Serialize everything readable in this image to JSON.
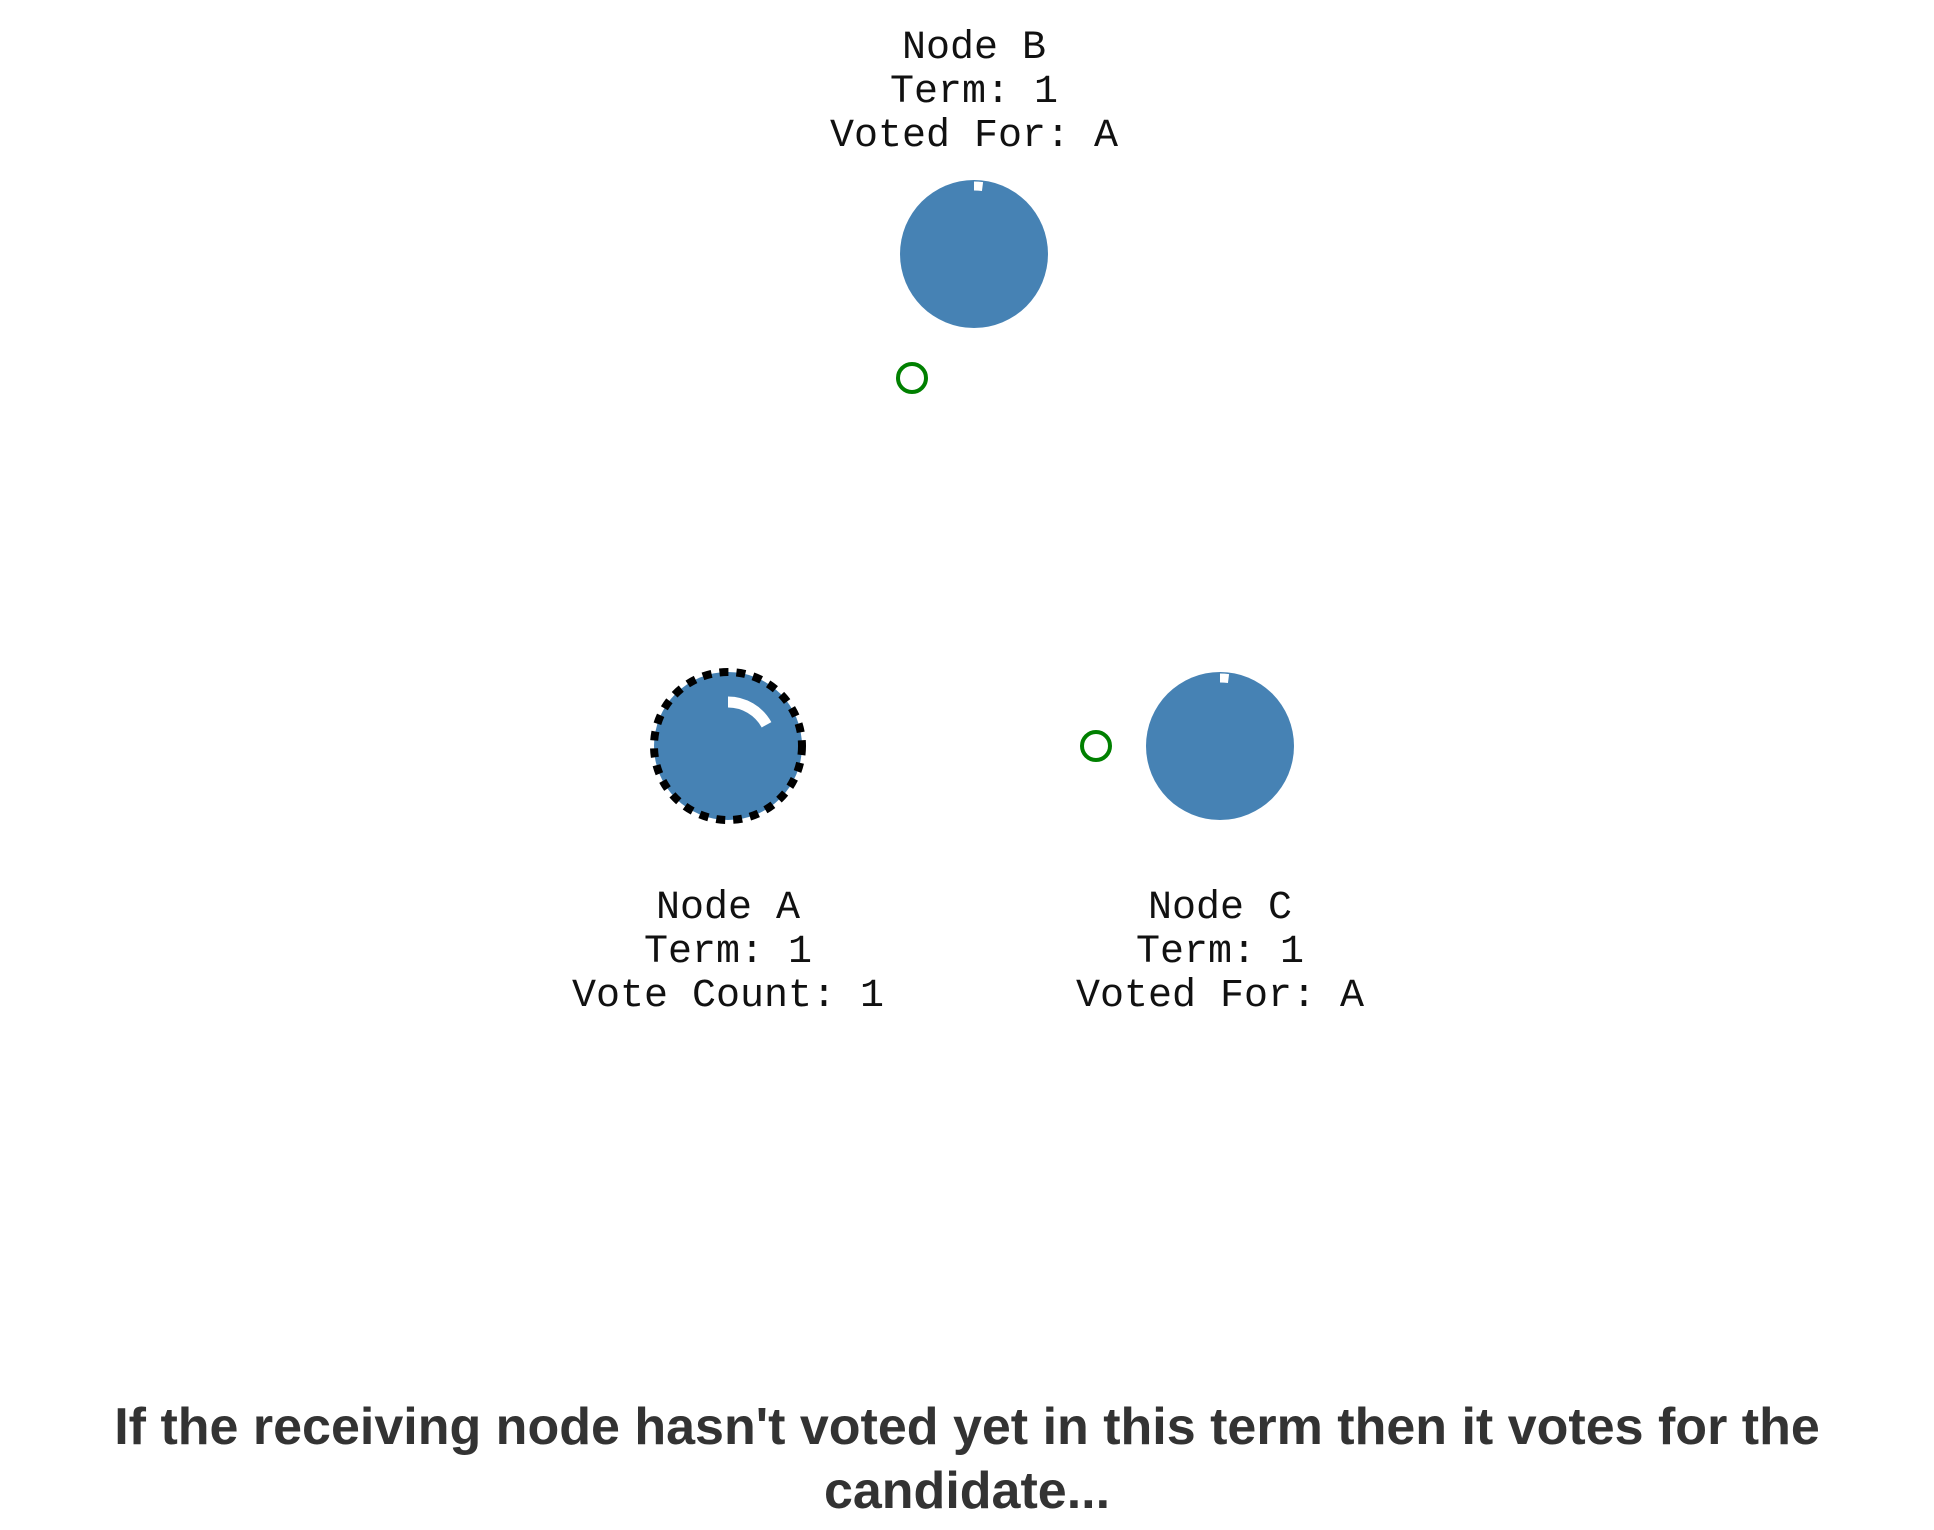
{
  "colors": {
    "node_fill": "#4682b4",
    "timer_arc": "#ffffff",
    "message_stroke": "#008000",
    "candidate_ring": "#000000",
    "caption_text": "#333333"
  },
  "nodes": {
    "b": {
      "name": "Node B",
      "term": "Term: 1",
      "status": "Voted For: A",
      "timeout_progress": 0.02
    },
    "a": {
      "name": "Node A",
      "term": "Term: 1",
      "status": "Vote Count: 1",
      "role": "candidate",
      "timeout_progress": 0.17
    },
    "c": {
      "name": "Node C",
      "term": "Term: 1",
      "status": "Voted For: A",
      "timeout_progress": 0.02
    }
  },
  "messages": [
    {
      "from": "B",
      "to": "A",
      "kind": "vote-response"
    },
    {
      "from": "C",
      "to": "A",
      "kind": "vote-response"
    }
  ],
  "caption": {
    "line1": "If the receiving node hasn't voted yet in this term then it votes for the",
    "line2": "candidate..."
  }
}
